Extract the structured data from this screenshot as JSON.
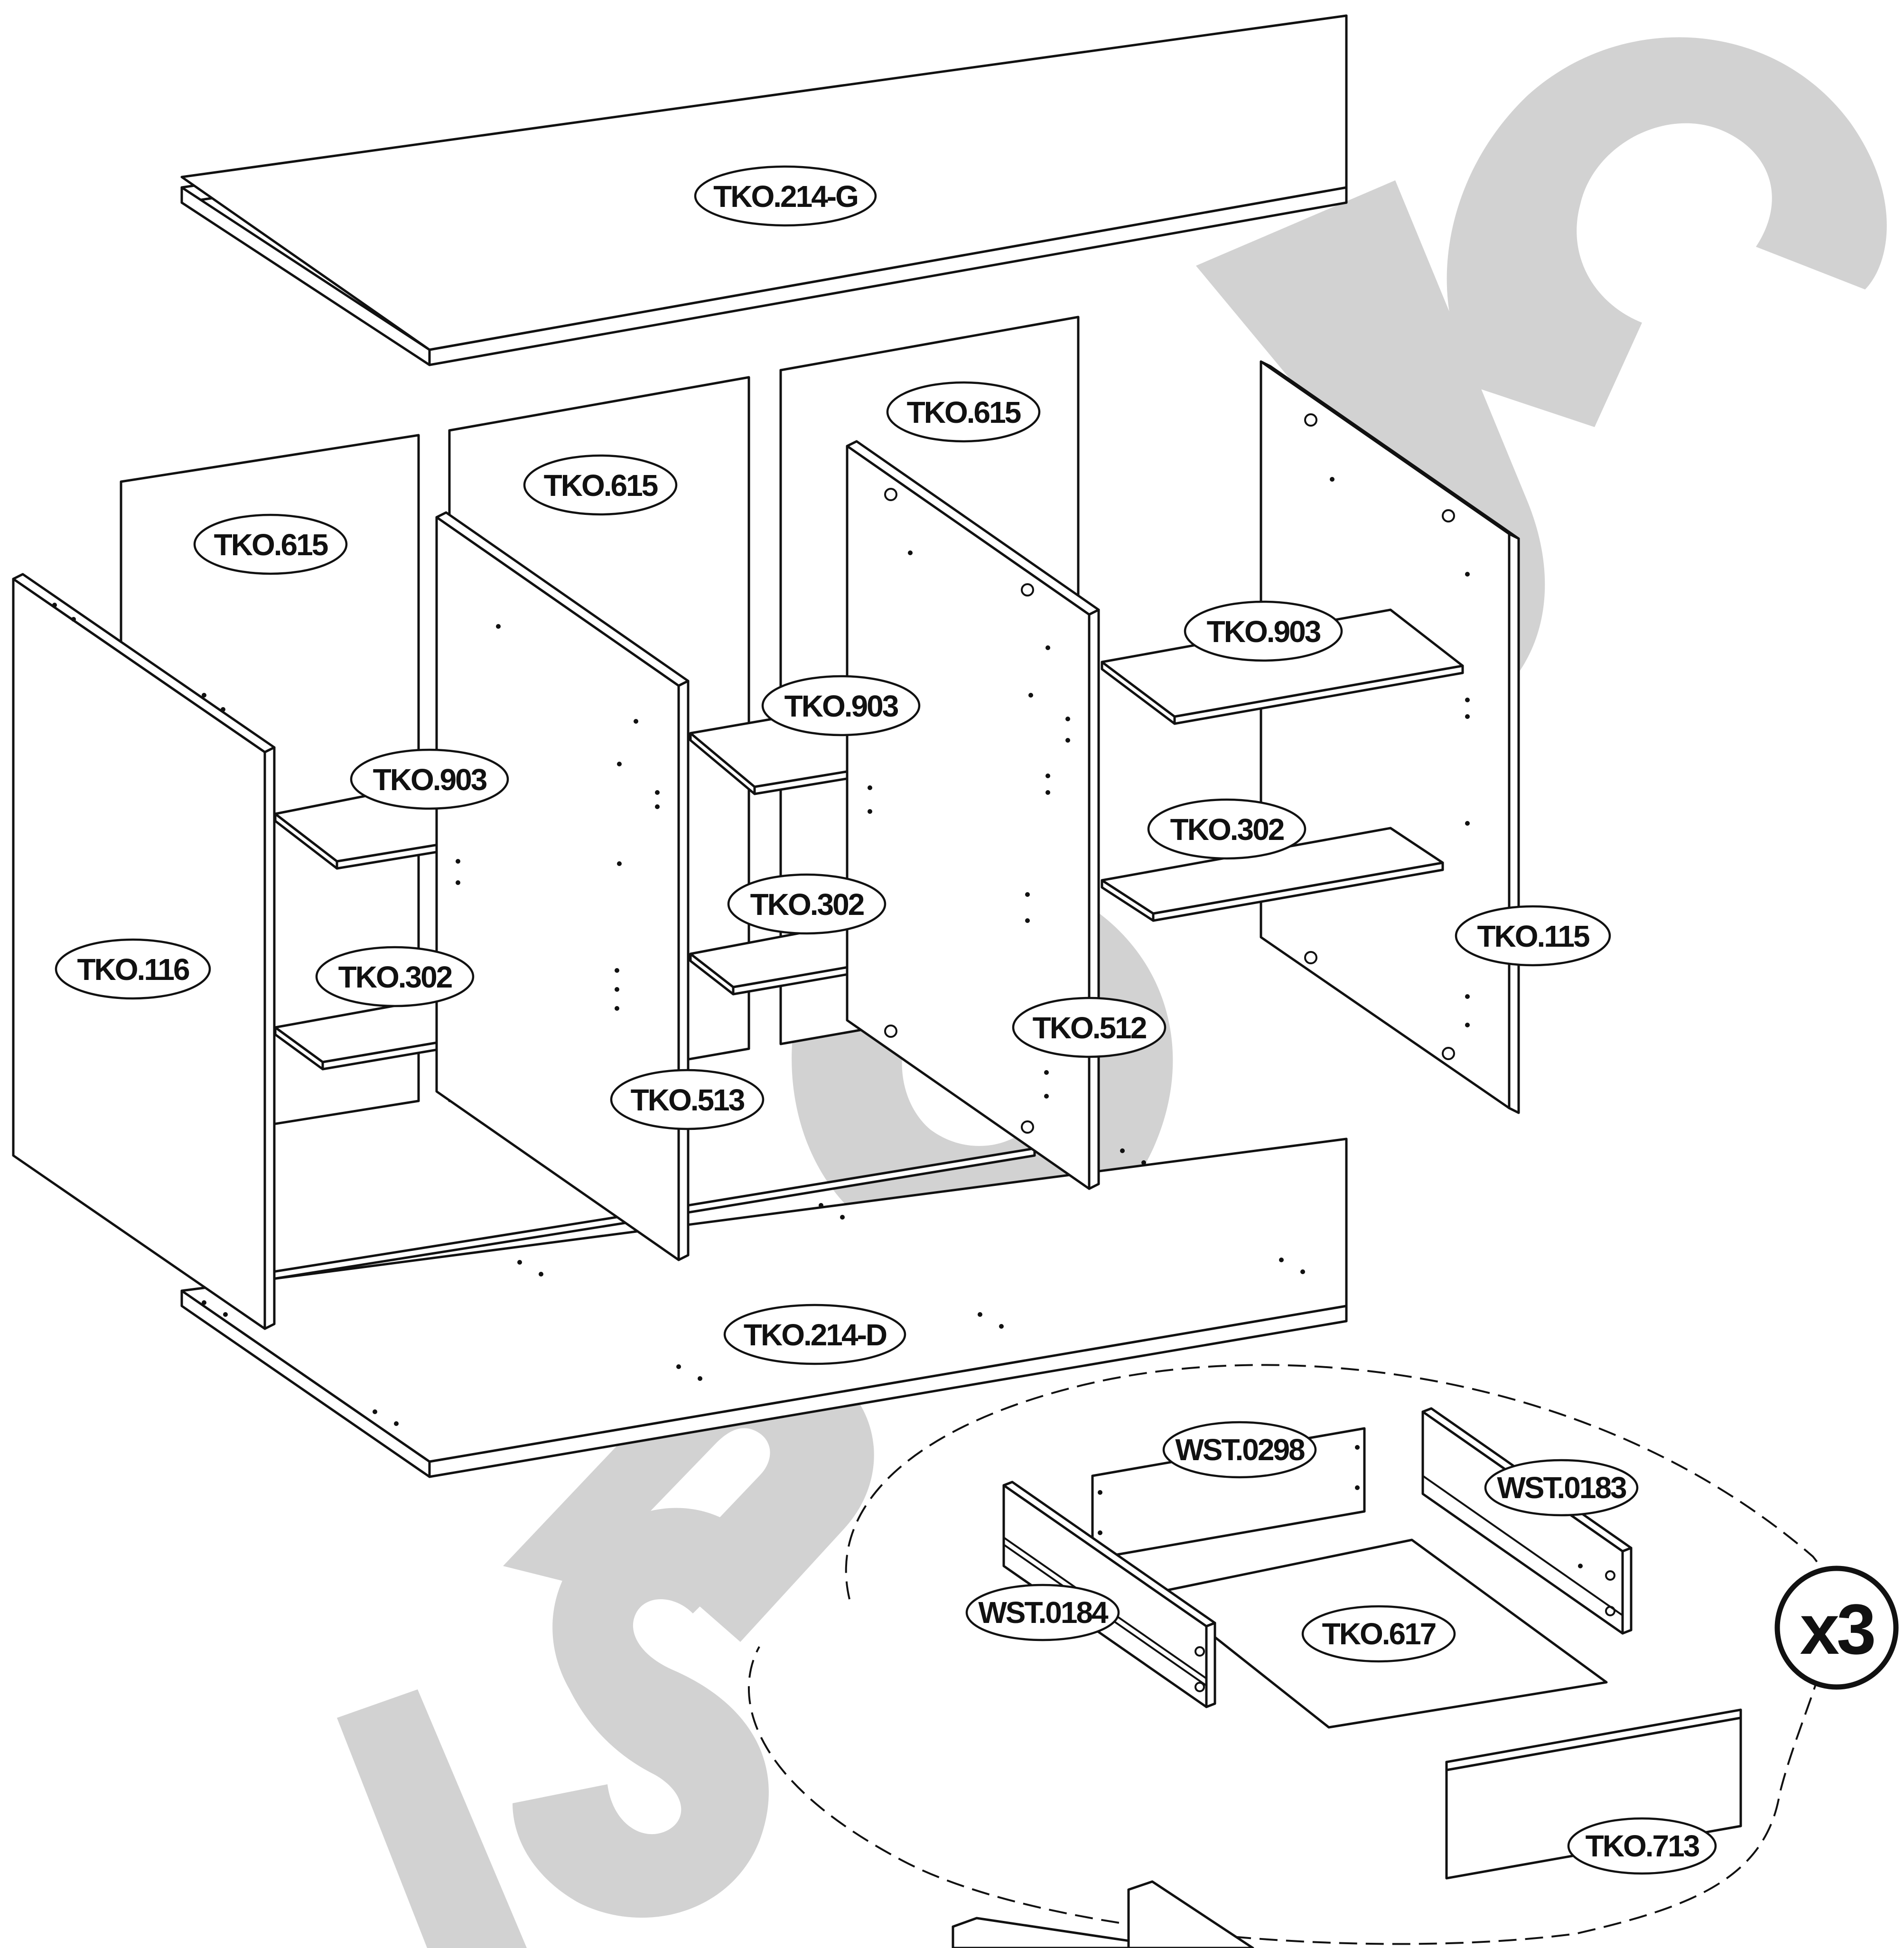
{
  "watermark": {
    "text": "sonio",
    "color": "#d2d2d2"
  },
  "cabinet": {
    "top": "TKO.214-G",
    "bottom": "TKO.214-D",
    "back_left": "TKO.615",
    "back_middle": "TKO.615",
    "back_right": "TKO.615",
    "side_left": "TKO.116",
    "side_right": "TKO.115",
    "divider_left": "TKO.513",
    "divider_right": "TKO.512",
    "shelf_upper_left": "TKO.903",
    "shelf_upper_middle": "TKO.903",
    "shelf_upper_right": "TKO.903",
    "shelf_lower_left": "TKO.302",
    "shelf_lower_middle": "TKO.302",
    "shelf_lower_right": "TKO.302"
  },
  "drawer": {
    "back": "WST.0298",
    "side_right": "WST.0183",
    "side_left": "WST.0184",
    "bottom": "TKO.617",
    "front": "TKO.713",
    "quantity": "x3"
  }
}
